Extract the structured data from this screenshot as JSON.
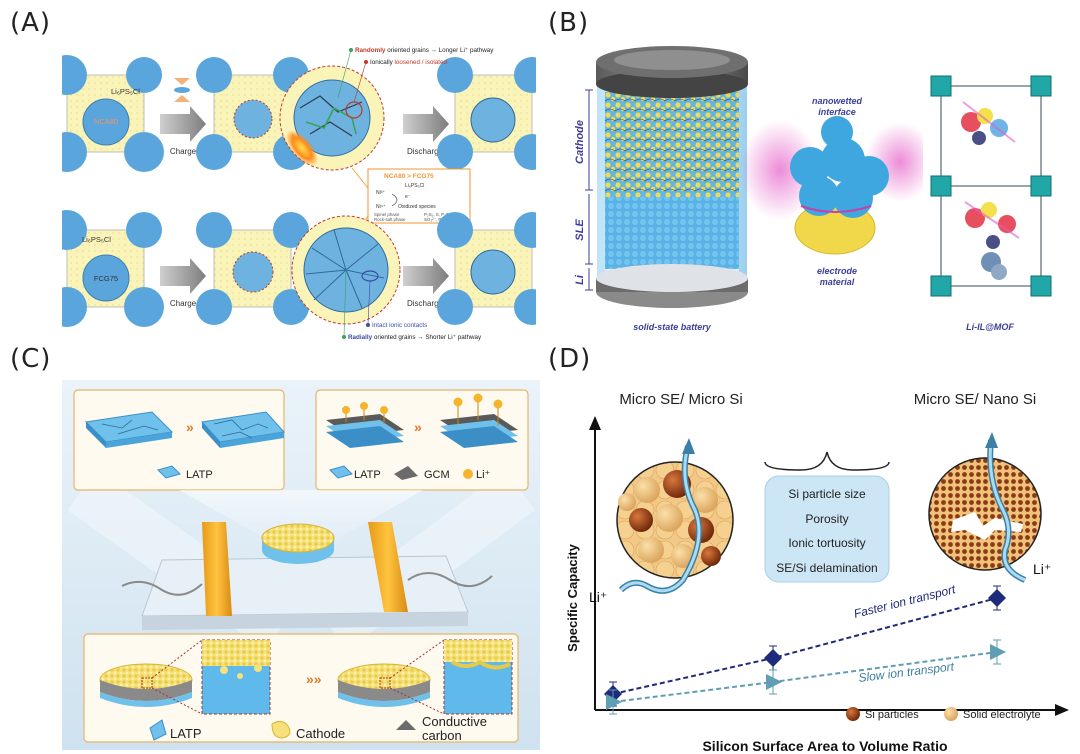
{
  "panels": {
    "a_label": "(A)",
    "b_label": "(B)",
    "c_label": "(C)",
    "d_label": "(D)"
  },
  "panel_a": {
    "electrolyte_top": "Li₆PS₅Cl",
    "electrolyte_bottom": "Li₆PS₅Cl",
    "cathode_top": "NCA80",
    "cathode_bottom": "FCG75",
    "charge": "Charge",
    "discharge": "Discharge",
    "note_random_pre": "Randomly",
    "note_random_post": " oriented grains → Longer Li⁺ pathway",
    "note_loosened_pre": "Ionically ",
    "note_loosened_mid": "loosened / isolated",
    "note_radial_pre": "Radially",
    "note_radial_post": " oriented grains → Shorter Li⁺ pathway",
    "note_intact": "Intact ionic contacts",
    "box_title": "NCA80 > FCG75",
    "box_species": "Li₆PS₅Cl",
    "box_ni3": "Ni³⁺",
    "box_ni4": "Ni⁴⁺",
    "box_e": "e⁻",
    "box_oxidized": "Oxidized species",
    "box_spinel": "Spinel phase",
    "box_rocksalt": "Rock-salt phase",
    "box_right1": "P₂S₅, S, P₂S₅",
    "box_right2": "SO₃²⁻, PO₄³⁻"
  },
  "panel_b": {
    "cathode": "Cathode",
    "sle": "SLE",
    "li": "Li",
    "battery": "solid-state battery",
    "interface": "nanowetted interface",
    "interface_1": "nanowetted",
    "interface_2": "interface",
    "electrode": "electrode material",
    "electrode_1": "electrode",
    "electrode_2": "material",
    "mof": "Li-IL@MOF"
  },
  "panel_c": {
    "legend_latp_top": "LATP",
    "legend_latp_mid": "LATP",
    "legend_gcm": "GCM",
    "legend_li": "Li⁺",
    "legend_latp_bottom": "LATP",
    "legend_cathode": "Cathode",
    "legend_conductive_1": "Conductive",
    "legend_conductive_2": "carbon",
    "chevrons": "»",
    "chevrons_big": "»»"
  },
  "panel_d": {
    "title_left": "Micro SE/ Micro Si",
    "title_right": "Micro SE/ Nano Si",
    "factors": [
      "Si particle size",
      "Porosity",
      "Ionic tortuosity",
      "SE/Si delamination"
    ],
    "li_left": "Li⁺",
    "li_right": "Li⁺",
    "faster": "Faster ion transport",
    "slow": "Slow ion transport",
    "legend_si": "Si particles",
    "legend_se": "Solid electrolyte",
    "colors": {
      "faster": "#1e2a7a",
      "slow": "#5f9eb4"
    },
    "chart_data": {
      "type": "line",
      "xlabel": "Silicon Surface Area to Volume Ratio",
      "ylabel": "Specific Capacity",
      "series": [
        {
          "name": "Faster ion transport",
          "values": [
            1,
            2,
            3
          ]
        },
        {
          "name": "Slow ion transport",
          "values": [
            1,
            2,
            3
          ]
        }
      ]
    }
  }
}
